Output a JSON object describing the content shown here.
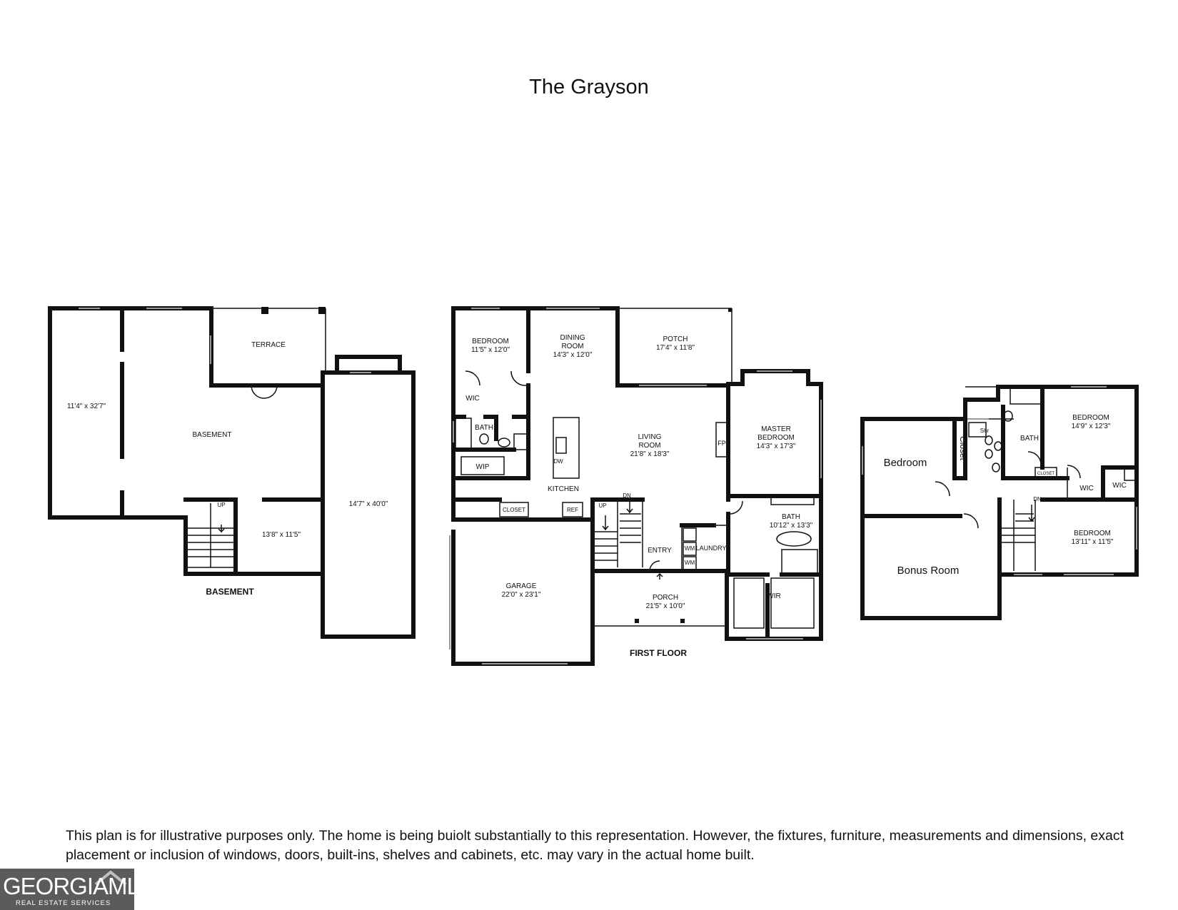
{
  "title": "The Grayson",
  "basement": {
    "floor_label": "BASEMENT",
    "rooms": {
      "left_room": "11'4\" x 32'7\"",
      "terrace": "TERRACE",
      "basement": "BASEMENT",
      "right_room": "14'7\" x 40'0\"",
      "small_room": "13'8\" x 11'5\"",
      "stair_up": "UP"
    }
  },
  "first_floor": {
    "floor_label": "FIRST FLOOR",
    "bedroom": {
      "name": "BEDROOM",
      "size": "11'5\" x 12'0\""
    },
    "dining": {
      "name1": "DINING",
      "name2": "ROOM",
      "size": "14'3\" x 12'0\""
    },
    "potch": {
      "name": "POTCH",
      "size": "17'4\" x 11'8\""
    },
    "wic": "WIC",
    "bath": "BATH",
    "wip": "WIP",
    "dw": "DW",
    "living": {
      "name1": "LIVING",
      "name2": "ROOM",
      "size": "21'8\" x 18'3\""
    },
    "fp": "FP",
    "master": {
      "name1": "MASTER",
      "name2": "BEDROOM",
      "size": "14'3\" x 17'3\""
    },
    "kitchen": "KITCHEN",
    "closet": "CLOSET",
    "ref": "REF",
    "up": "UP",
    "dn": "DN",
    "master_bath": {
      "name": "BATH",
      "size": "10'12\" x 13'3\""
    },
    "wm1": "WM",
    "wm2": "WM",
    "laundry": "LAUNDRY",
    "entry": "ENTRY",
    "garage": {
      "name": "GARAGE",
      "size": "22'0\" x 23'1\""
    },
    "porch": {
      "name": "PORCH",
      "size": "21'5\" x 10'0\""
    },
    "wir": "WIR"
  },
  "second_floor": {
    "bedroom_left": "Bedroom",
    "closet": "Closet",
    "bonus": "Bonus Room",
    "shr": "Shr",
    "bath": "BATH",
    "closet_small": "CLOSET",
    "bedroom_top": {
      "name": "BEDROOM",
      "size": "14'9\" x 12'3\""
    },
    "wic1": "WIC",
    "wic2": "WIC",
    "dn": "DN",
    "bedroom_bottom": {
      "name": "BEDROOM",
      "size": "13'11\" x 11'5\""
    }
  },
  "disclaimer": "This plan is for illustrative purposes only. The home is being buiolt substantially to this representation. However, the fixtures, furniture, measurements and dimensions, exact placement or inclusion of windows, doors, built-ins, shelves and cabinets, etc. may vary in the actual home built.",
  "logo": {
    "main": "GEORGIAMLS",
    "sub": "REAL ESTATE SERVICES"
  }
}
